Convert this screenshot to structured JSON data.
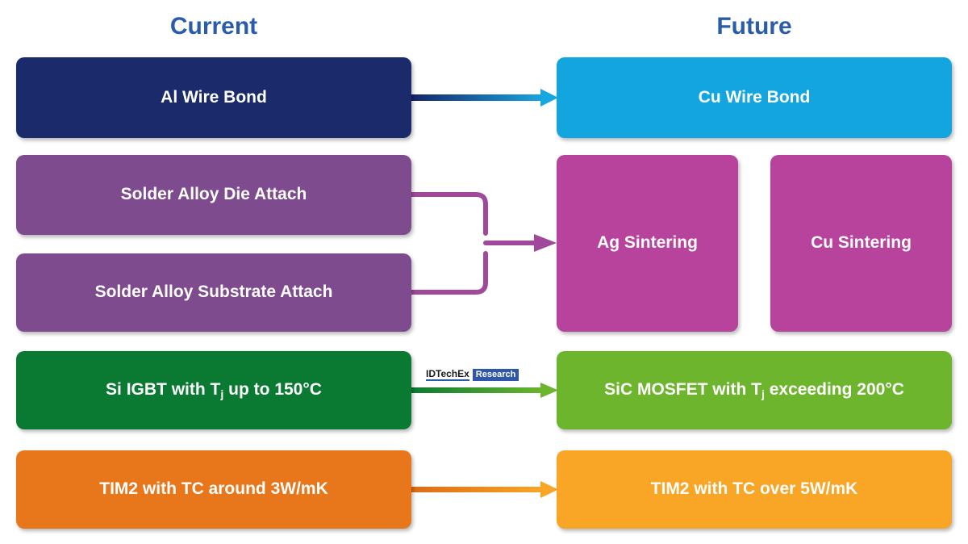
{
  "diagram": {
    "type": "flow",
    "columns": [
      {
        "id": "current",
        "title": "Current"
      },
      {
        "id": "future",
        "title": "Future"
      }
    ],
    "rows": [
      {
        "id": "wire-bond",
        "accent": "#1b2a6b",
        "current": [
          {
            "label": "Al Wire Bond",
            "color": "#1b2a6b"
          }
        ],
        "future": [
          {
            "label": "Cu Wire Bond",
            "color": "#12a5e0"
          }
        ],
        "arrow": {
          "from": "#1b2a6b",
          "to": "#12a5e0"
        }
      },
      {
        "id": "die-attach",
        "accent": "#a0499a",
        "current": [
          {
            "label": "Solder Alloy Die Attach",
            "color": "#7e4b8e"
          },
          {
            "label": "Solder Alloy Substrate Attach",
            "color": "#7e4b8e"
          }
        ],
        "future": [
          {
            "label": "Ag Sintering",
            "color": "#b7439c"
          },
          {
            "label": "Cu Sintering",
            "color": "#b7439c"
          }
        ],
        "arrow": {
          "from": "#a0499a",
          "to": "#a0499a"
        }
      },
      {
        "id": "switch",
        "accent": "#0b7a33",
        "current": [
          {
            "label": "Si IGBT with T",
            "sub": "j",
            "label_tail": " up to 150°C",
            "color": "#0a7a33"
          }
        ],
        "future": [
          {
            "label": "SiC MOSFET with T",
            "sub": "j",
            "label_tail": " exceeding 200°C",
            "color": "#6cb52d"
          }
        ],
        "arrow": {
          "from": "#0a7a33",
          "to": "#6cb52d"
        }
      },
      {
        "id": "tim",
        "accent": "#e8771b",
        "current": [
          {
            "label": "TIM2 with TC around 3W/mK",
            "color": "#e8771b"
          }
        ],
        "future": [
          {
            "label": "TIM2 with TC over 5W/mK",
            "color": "#f9a525"
          }
        ],
        "arrow": {
          "from": "#e8771b",
          "to": "#f9a525"
        }
      }
    ],
    "nodes": {
      "al_wire_bond": "Al Wire Bond",
      "cu_wire_bond": "Cu Wire Bond",
      "solder_die_attach": "Solder Alloy Die Attach",
      "solder_substrate_attach": "Solder Alloy Substrate Attach",
      "ag_sintering": "Ag Sintering",
      "cu_sintering": "Cu Sintering",
      "si_igbt_pre": "Si IGBT with T",
      "si_igbt_sub": "j",
      "si_igbt_post": " up to 150°C",
      "sic_mosfet_pre": "SiC MOSFET with T",
      "sic_mosfet_sub": "j",
      "sic_mosfet_post": " exceeding 200°C",
      "tim2_current": "TIM2 with TC around 3W/mK",
      "tim2_future": "TIM2 with TC over 5W/mK"
    },
    "watermark": {
      "word": "IDTechEx",
      "badge": "Research"
    },
    "colors": {
      "title": "#2a5caa",
      "navy": "#1b2a6b",
      "cyan": "#12a5e0",
      "plum": "#7e4b8e",
      "magenta": "#b7439c",
      "connector_purple": "#a0499a",
      "green_dark": "#0a7a33",
      "green_light": "#6cb52d",
      "orange_dark": "#e8771b",
      "orange_light": "#f9a525",
      "background": "#ffffff",
      "text_on_node": "#ffffff"
    }
  }
}
